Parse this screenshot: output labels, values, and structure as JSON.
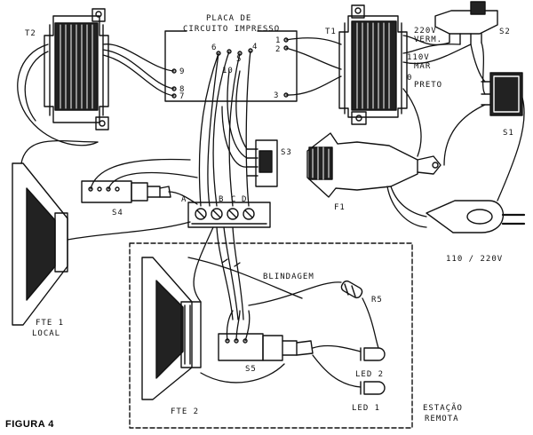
{
  "figure_label": "FIGURA 4",
  "pcb": {
    "line1": "PLACA DE",
    "line2": "CIRCUITO IMPRESSO",
    "pins": [
      "1",
      "2",
      "3",
      "4",
      "5",
      "6",
      "7",
      "8",
      "9",
      "10"
    ]
  },
  "transformers": {
    "t1": "T1",
    "t2": "T2"
  },
  "switches": {
    "s1": "S1",
    "s2": "S2",
    "s3": "S3",
    "s4": "S4",
    "s5": "S5"
  },
  "fuse": "F1",
  "resistor": "R5",
  "terminals": [
    "A",
    "B",
    "C",
    "D"
  ],
  "t1_taps": {
    "v220": "220V",
    "verm": "VERM.",
    "v110": "110V",
    "mar": "MAR",
    "zero": "0",
    "preto": "PRETO"
  },
  "plug": "110 / 220V",
  "shield": "BLINDAGEM",
  "speaker_local": {
    "line1": "FTE 1",
    "line2": "LOCAL"
  },
  "speaker_remote": "FTE 2",
  "leds": {
    "led2": "LED 2",
    "led1": "LED 1"
  },
  "station": {
    "line1": "ESTAÇÃO",
    "line2": "REMOTA"
  },
  "colors": {
    "ink": "#111111",
    "paper": "#ffffff",
    "shade": "#222222"
  }
}
